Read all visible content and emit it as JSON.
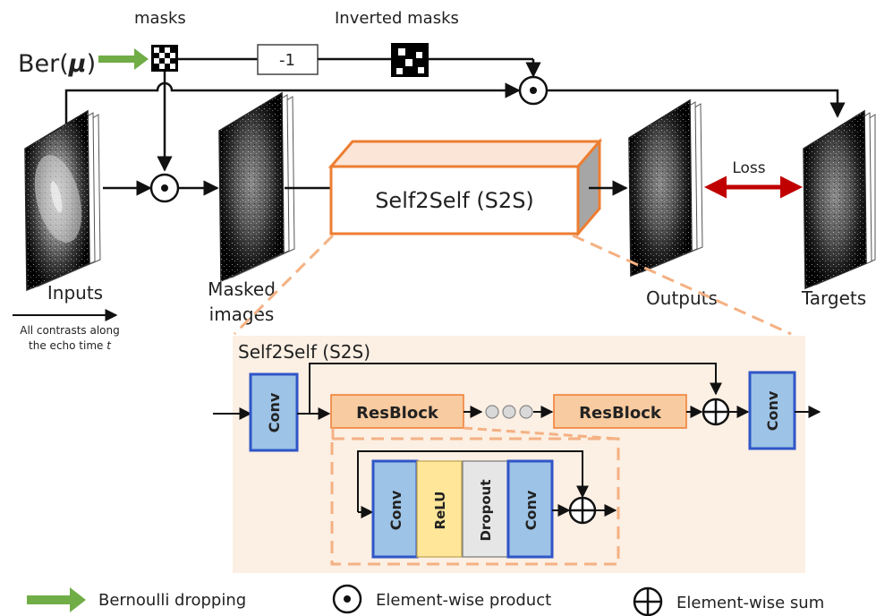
{
  "top": {
    "ber_label": "Ber(",
    "ber_mu": "μ",
    "ber_close": ")",
    "masks_label": "masks",
    "minus_one": "-1",
    "inverted_masks_label": "Inverted masks"
  },
  "images": {
    "inputs": "Inputs",
    "masked_line1": "Masked",
    "masked_line2": "images",
    "outputs": "Outputs",
    "targets": "Targets"
  },
  "s2s_block_label": "Self2Self (S2S)",
  "loss_label": "Loss",
  "axis_note": {
    "line1": "All contrasts along",
    "line2_prefix": "the echo time ",
    "line2_var": "t"
  },
  "detail": {
    "title": "Self2Self (S2S)",
    "conv": "Conv",
    "resblock": "ResBlock",
    "relu": "ReLU",
    "dropout": "Dropout"
  },
  "legend": {
    "bernoulli": "Bernoulli dropping",
    "product": "Element-wise product",
    "sum": "Element-wise sum"
  },
  "colors": {
    "arrow_green": "#70ad47",
    "loss_red": "#c00000",
    "orange": "#ed7d31",
    "orange_fill": "#fbe5d6",
    "panel_bg": "#fcefe3",
    "conv_fill": "#9dc3e6",
    "conv_border": "#2f55c8",
    "res_fill": "#f8cba0",
    "relu_fill": "#ffe699",
    "dropout_fill": "#e7e6e6"
  }
}
